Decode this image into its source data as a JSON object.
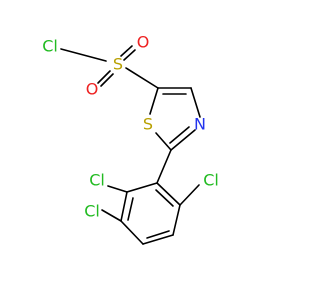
{
  "structure": {
    "atoms": {
      "cl_sulfonyl": "Cl",
      "s_sulfonyl": "S",
      "o_top": "O",
      "o_bottom": "O",
      "s_ring": "S",
      "n_ring": "N",
      "cl_ring_left": "Cl",
      "cl_ring_right": "Cl",
      "cl_ring_bottom": "Cl"
    },
    "colors": {
      "chlorine": "#22bb22",
      "sulfur": "#b8a000",
      "oxygen": "#ee2222",
      "nitrogen": "#2233ee",
      "bond": "#000000"
    }
  }
}
